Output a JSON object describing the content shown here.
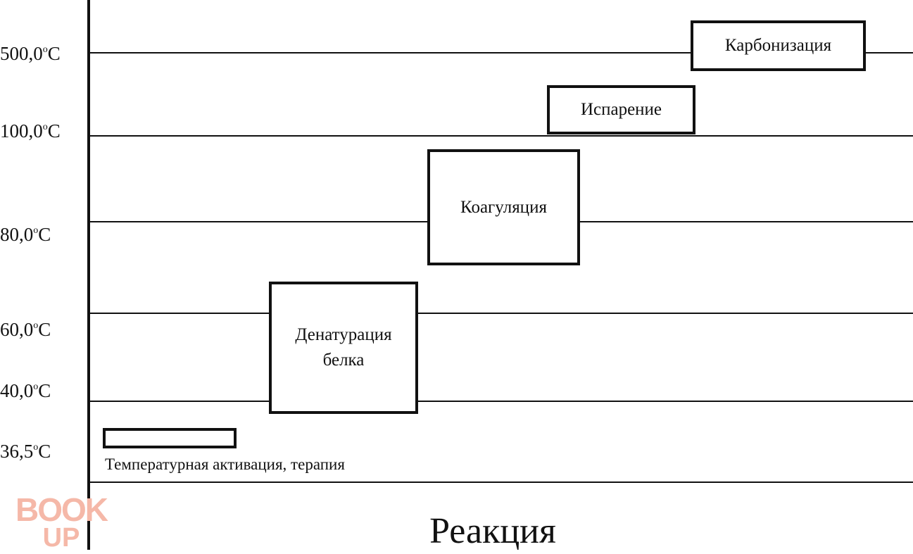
{
  "temperature_levels": [
    {
      "value": "500,0",
      "unit": "С"
    },
    {
      "value": "100,0",
      "unit": "С"
    },
    {
      "value": "80,0",
      "unit": "С"
    },
    {
      "value": "60,0",
      "unit": "С"
    },
    {
      "value": "40,0",
      "unit": "С"
    },
    {
      "value": "36,5",
      "unit": "С"
    }
  ],
  "degree_mark": "o",
  "stages": {
    "carbonization": "Карбонизация",
    "evaporation": "Испарение",
    "coagulation": "Коагуляция",
    "denaturation_line1": "Денатурация",
    "denaturation_line2": "белка"
  },
  "activation_caption": "Температурная активация, терапия",
  "x_axis_title": "Реакция",
  "watermark": {
    "line1": "BOOK",
    "line2": "UP",
    "color": "#f5b8a8"
  }
}
